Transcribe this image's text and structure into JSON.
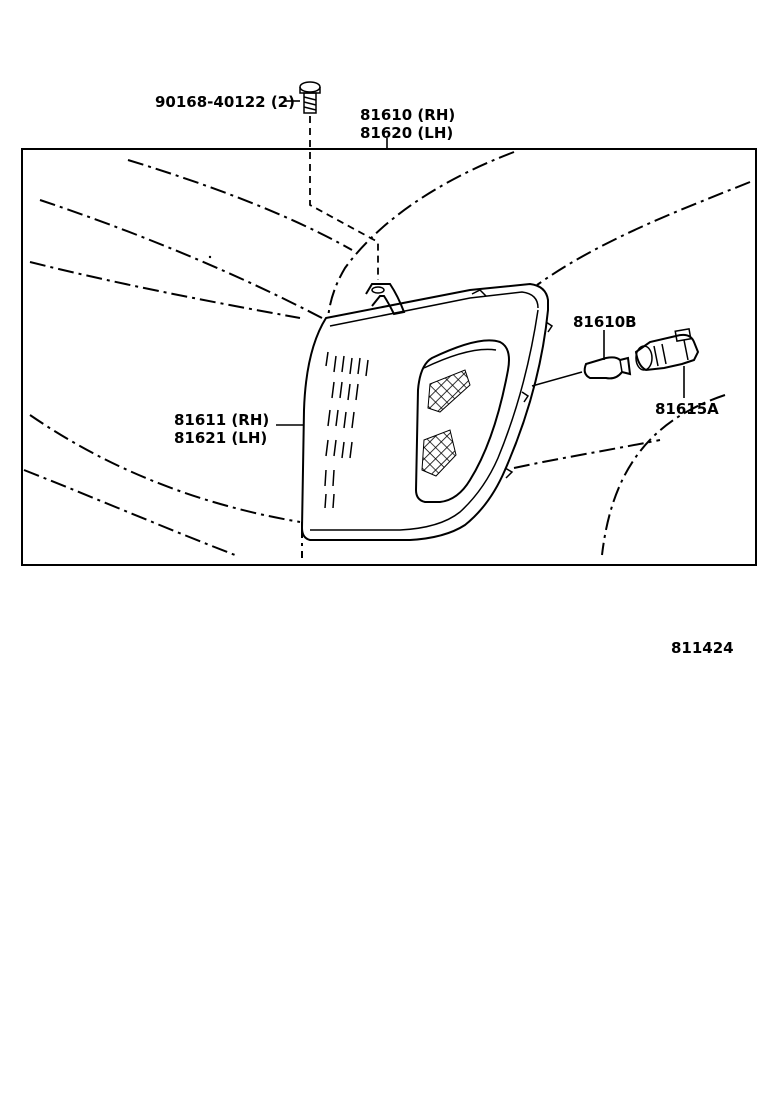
{
  "labels": {
    "bolt": "90168-40122 (2)",
    "lamp_rh": "81610 (RH)",
    "lamp_lh": "81620 (LH)",
    "lens_rh": "81611 (RH)",
    "lens_lh": "81621 (LH)",
    "bulb": "81610B",
    "socket": "81615A",
    "figure_code": "811424"
  }
}
